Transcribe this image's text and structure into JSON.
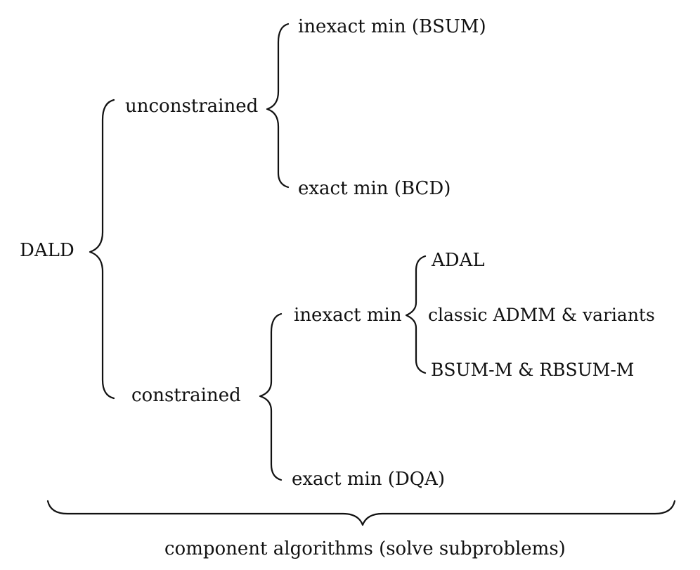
{
  "diagram": {
    "root": "DALD",
    "branches": {
      "unconstrained": {
        "label": "unconstrained",
        "children": {
          "inexact": "inexact min (BSUM)",
          "exact": "exact min (BCD)"
        }
      },
      "constrained": {
        "label": "constrained",
        "children": {
          "inexact": {
            "label": "inexact min",
            "children": {
              "adal": "ADAL",
              "admm": "classic ADMM & variants",
              "bsum": "BSUM-M & RBSUM-M"
            }
          },
          "exact": "exact min (DQA)"
        }
      }
    },
    "footer": "component algorithms (solve subproblems)"
  }
}
